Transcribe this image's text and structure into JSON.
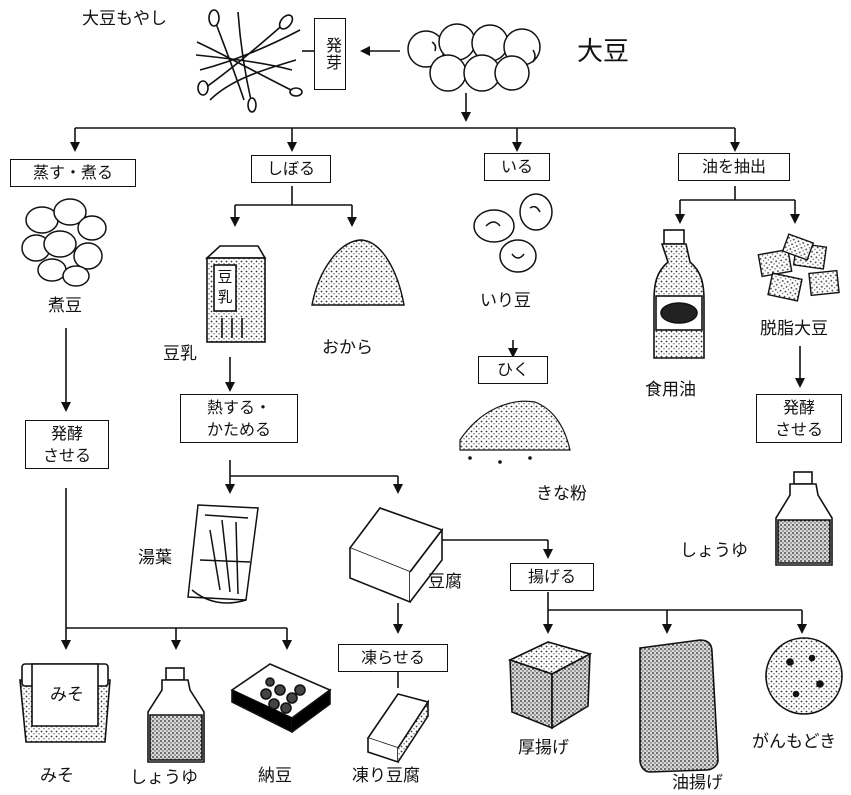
{
  "labels": {
    "soybean": "大豆",
    "sprouts": "大豆もやし",
    "boiled": "煮豆",
    "okara": "おから",
    "soymilk": "豆乳",
    "roasted": "いり豆",
    "kinako": "きな粉",
    "oil": "食用油",
    "defatted": "脱脂大豆",
    "soy_sauce_right": "しょうゆ",
    "yuba": "湯葉",
    "tofu": "豆腐",
    "miso": "みそ",
    "soy_sauce_bottom": "しょうゆ",
    "natto": "納豆",
    "frozen_tofu": "凍り豆腐",
    "atsuage": "厚揚げ",
    "aburaage": "油揚げ",
    "ganmodoki": "がんもどき"
  },
  "boxes": {
    "germinate": "発芽",
    "steam_boil": "蒸す・煮る",
    "squeeze": "しぼる",
    "roast": "いる",
    "extract_oil": "油を抽出",
    "grind": "ひく",
    "ferment_left": [
      "発酵",
      "させる"
    ],
    "ferment_right": [
      "発酵",
      "させる"
    ],
    "heat_solidify": [
      "熱する・",
      "かためる"
    ],
    "freeze": "凍らせる",
    "deep_fry": "揚げる"
  },
  "package_text": {
    "carton": "豆乳",
    "miso_lid": "みそ"
  }
}
